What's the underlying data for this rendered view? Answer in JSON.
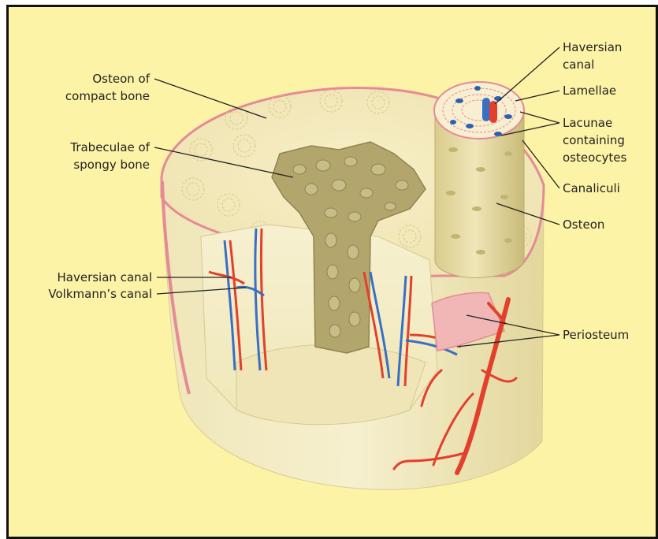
{
  "labels": {
    "osteon_compact_1": "Osteon of",
    "osteon_compact_2": "compact bone",
    "trabeculae_1": "Trabeculae of",
    "trabeculae_2": "spongy bone",
    "haversian_canal_left": "Haversian canal",
    "volkmanns_canal": "Volkmann’s canal",
    "haversian_1": "Haversian",
    "haversian_2": "canal",
    "lamellae": "Lamellae",
    "lacunae_1": "Lacunae",
    "lacunae_2": "containing",
    "lacunae_3": "osteocytes",
    "canaliculi": "Canaliculi",
    "osteon": "Osteon",
    "periosteum": "Periosteum"
  },
  "colors": {
    "background": "#fdf3a6",
    "bone": "#e9dfa2",
    "periosteum": "#e58a96",
    "artery": "#e2402d",
    "vein": "#3a6fc4",
    "spongy": "#b3a66c"
  }
}
